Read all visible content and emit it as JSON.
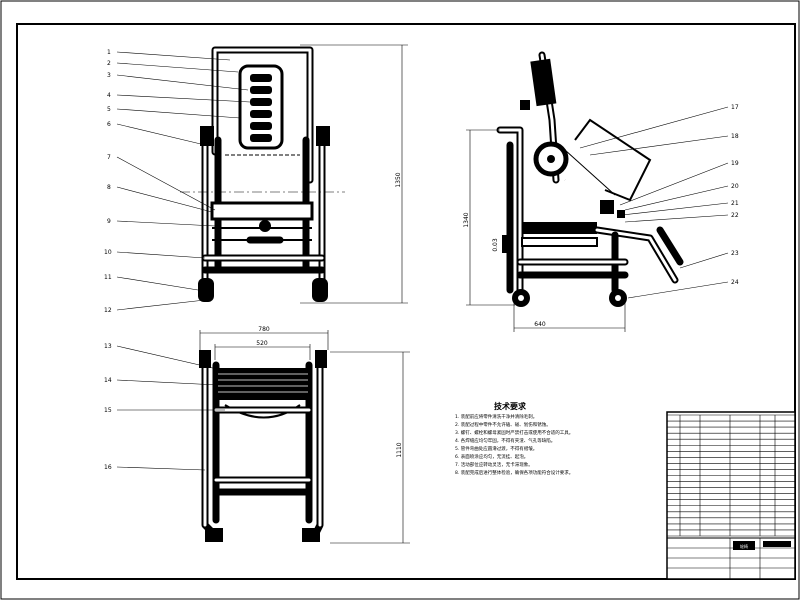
{
  "front_view": {
    "labels": [
      "1",
      "2",
      "3",
      "4",
      "5",
      "6",
      "7",
      "8",
      "9",
      "10",
      "11",
      "12"
    ],
    "dimension_height": "1350"
  },
  "side_view": {
    "labels": [
      "17",
      "18",
      "19",
      "20",
      "21",
      "22",
      "23",
      "24"
    ],
    "dimension_width": "640",
    "dimension_height": "1340",
    "dimension_small": "0.03"
  },
  "top_view": {
    "labels": [
      "13",
      "14",
      "15",
      "16"
    ],
    "dimension_overall": "780",
    "dimension_inner": "520",
    "dimension_height": "1110"
  },
  "notes": {
    "title": "技术要求",
    "lines": [
      "1. 装配前应将零件清洗干净并清除毛刺。",
      "2. 装配过程中零件不允许磕、碰、划伤和锈蚀。",
      "3. 螺钉、螺栓和螺母紧固时严禁打击或使用不合适的工具。",
      "4. 各焊缝应均匀牢固，不得有夹渣、气孔等缺陷。",
      "5. 管件弯曲处应圆滑过渡，不得有褶皱。",
      "6. 表面喷涂应均匀，无流挂、起泡。",
      "7. 活动部位应转动灵活，无卡滞现象。",
      "8. 装配完成后进行整体检验，确保各项功能符合设计要求。"
    ]
  },
  "title_block": {
    "stamp": "轮椅"
  }
}
